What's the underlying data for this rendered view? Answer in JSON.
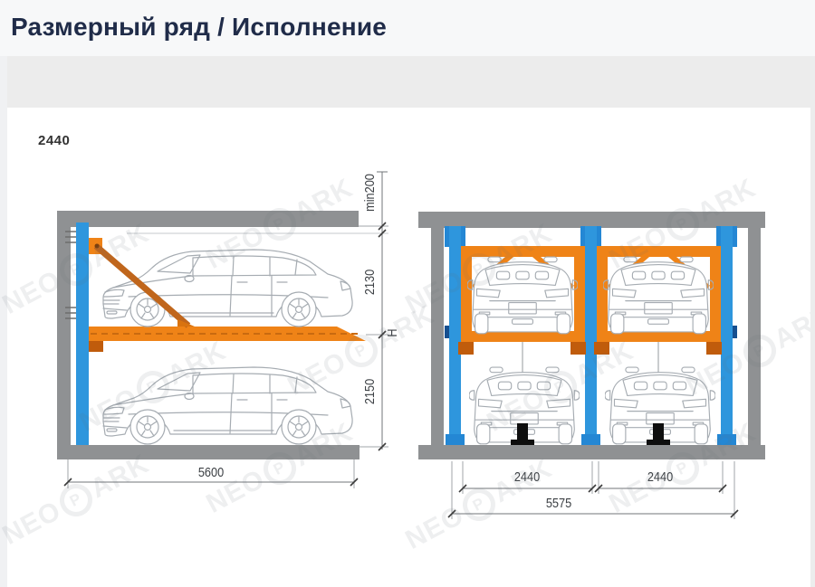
{
  "page": {
    "title": "Размерный ряд / Исполнение",
    "active_tab": "2440"
  },
  "watermark": {
    "prefix": "NEO",
    "monogram": "P",
    "suffix": "ARK"
  },
  "diagrams": {
    "side_view": {
      "description": "two-level parking lift, side view, two cars",
      "dimensions": {
        "ceiling_gap": "min200",
        "upper_clearance": "2130",
        "total_height": "H",
        "lower_clearance": "2150",
        "length": "5600"
      }
    },
    "front_view": {
      "description": "two-level parking lift, front view, four cars",
      "dimensions": {
        "bay_left": "2440",
        "bay_right": "2440",
        "overall": "5575"
      }
    }
  },
  "colors": {
    "accent_blue": "#2e96dd",
    "accent_orange": "#ef8317",
    "structure_gray": "#8f9193",
    "header_text": "#202c49",
    "tab_strip": "#ececec",
    "header_band": "#f7f8f9"
  }
}
